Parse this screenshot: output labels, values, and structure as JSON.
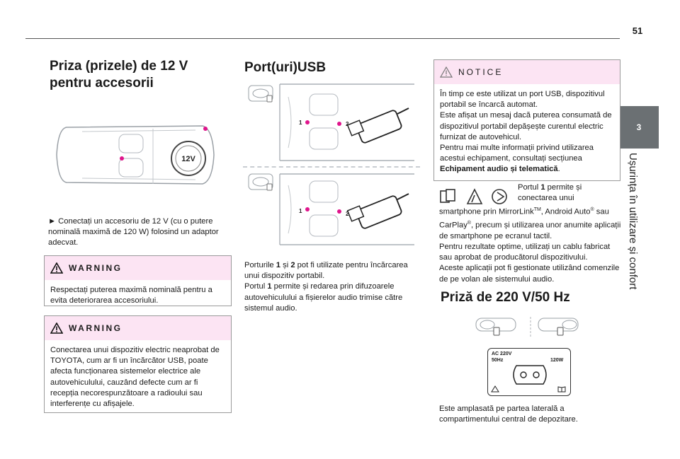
{
  "page": {
    "number": "51"
  },
  "sidebar": {
    "chapter": "3",
    "title": "Ușurința în utilizare și confort"
  },
  "col1": {
    "heading": "Priza (prizele) de 12 V pentru accesorii",
    "outlet_label": "12V",
    "instruction": "► Conectați un accesoriu de 12 V (cu o putere nominală maximă de 120 W) folosind un adaptor adecvat.",
    "warning1": {
      "title": "WARNING",
      "body": "Respectați puterea maximă nominală pentru a evita deteriorarea accesoriului."
    },
    "warning2": {
      "title": "WARNING",
      "body": "Conectarea unui dispozitiv electric neaprobat de TOYOTA, cum ar fi un încărcător USB, poate afecta funcționarea sistemelor electrice ale autovehiculului, cauzând defecte cum ar fi recepția necorespunzătoare a radioului sau interferențe cu afișajele."
    }
  },
  "col2": {
    "heading": "Port(uri)USB",
    "port_labels": [
      "1",
      "2"
    ],
    "body_parts": {
      "a": "Porturile ",
      "b": "1",
      "c": " și ",
      "d": "2",
      "e": " pot fi utilizate pentru încărcarea unui dispozitiv portabil.",
      "f": "Portul ",
      "g": "1",
      "h": " permite și redarea prin difuzoarele autovehiculului a fișierelor audio trimise către sistemul audio."
    }
  },
  "col3": {
    "notice": {
      "title": "NOTICE",
      "body1": "În timp ce este utilizat un port USB, dispozitivul portabil se încarcă automat.",
      "body2": "Este afișat un mesaj dacă puterea consumată de dispozitivul portabil depășește curentul electric furnizat de autovehicul.",
      "body3": "Pentru mai multe informații privind utilizarea acestui echipament, consultați secțiunea ",
      "body3_bold": "Echipament audio și telematică",
      "body3_end": "."
    },
    "mirror": {
      "p1": "Portul ",
      "p1_bold": "1",
      "p1_rest": " permite și conectarea unui",
      "p2": "smartphone prin MirrorLink",
      "tm": "TM",
      "p3": ", Android Auto",
      "reg": "®",
      "p4": " sau CarPlay",
      "p5": ", precum și utilizarea unor anumite aplicații de smartphone pe ecranul tactil.",
      "p6": "Pentru rezultate optime, utilizați un cablu fabricat sau aprobat de producătorul dispozitivului.",
      "p7": "Aceste aplicații pot fi gestionate utilizând comenzile de pe volan ale sistemului audio."
    },
    "heading220": "Priză de 220 V/50 Hz",
    "socket": {
      "ac": "AC 220V",
      "hz": "50Hz",
      "w": "120W"
    },
    "location": "Este amplasată pe partea laterală a compartimentului central de depozitare."
  },
  "colors": {
    "warning_bg": "#fce4f3",
    "chapter_bg": "#6b7073",
    "dot": "#e0148c"
  }
}
